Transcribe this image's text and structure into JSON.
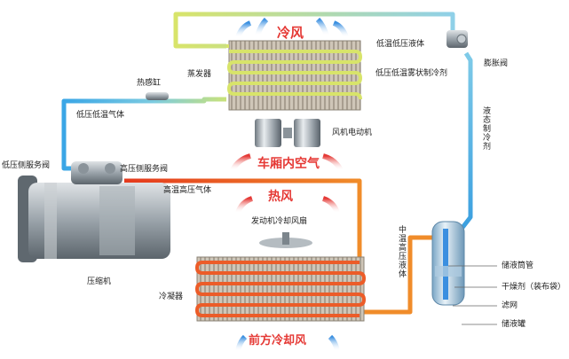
{
  "labels": {
    "cold_air": "冷风",
    "low_temp_low_pressure_liquid": "低温低压液体",
    "expansion_valve": "膨胀阀",
    "sensor_bulb": "热感缸",
    "evaporator": "蒸发器",
    "low_temp_mist_refrigerant": "低压低温雾状制冷剂",
    "low_pressure_low_temp_gas": "低压低温气体",
    "liquid_refrigerant": "液态制冷剂",
    "fan_motor": "风机电动机",
    "low_side_service_valve": "低压侧服务阀",
    "high_side_service_valve": "高压侧服务阀",
    "cabin_air": "车厢内空气",
    "high_temp_high_pressure_gas": "高温高压气体",
    "hot_air": "热风",
    "engine_cooling_fan": "发动机冷却风扇",
    "mid_temp_high_pressure_liquid": "中温高压液体",
    "compressor": "压缩机",
    "receiver_tube": "储液筒管",
    "condenser": "冷凝器",
    "desiccant": "干燥剂（装布袋）",
    "filter_screen": "滤网",
    "receiver_drier": "储液罐",
    "front_cooling_air": "前方冷却风"
  },
  "colors": {
    "cold": "#3aa6e6",
    "hot": "#e8572a",
    "cold_text": "#e53935",
    "hot_text": "#e53935"
  }
}
